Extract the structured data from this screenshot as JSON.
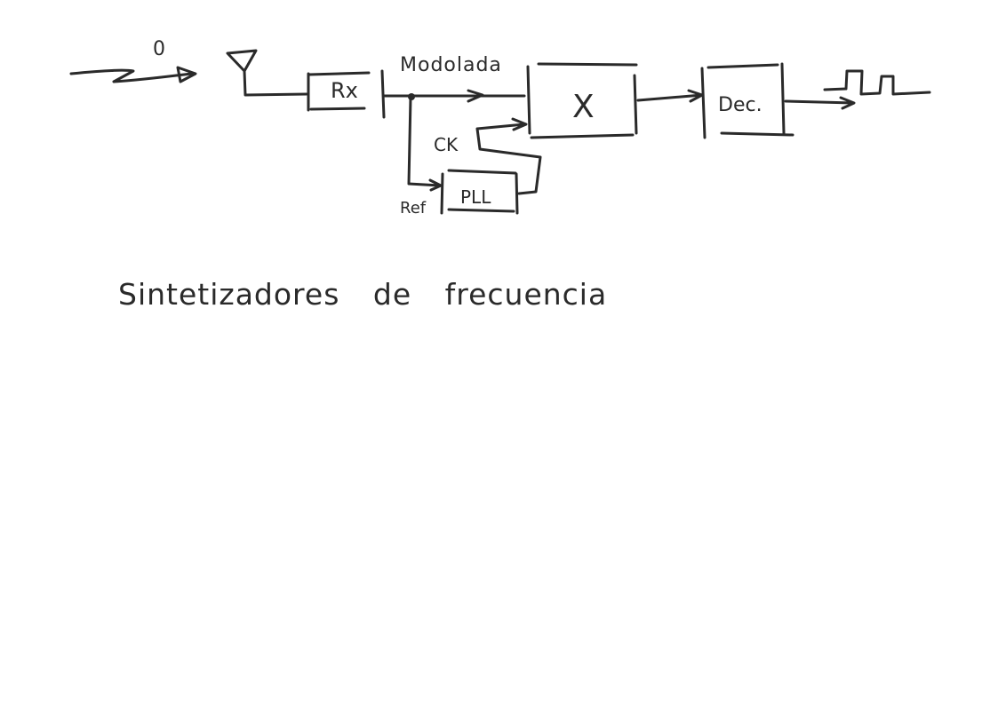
{
  "diagram": {
    "signal_label": "0",
    "rx_label": "Rx",
    "modulated_label": "Modolada",
    "mixer_label": "X",
    "clock_label": "CK",
    "reference_label": "Ref",
    "pll_label": "PLL",
    "decoder_label": "Dec."
  },
  "heading": "Sintetizadores de frecuencia"
}
